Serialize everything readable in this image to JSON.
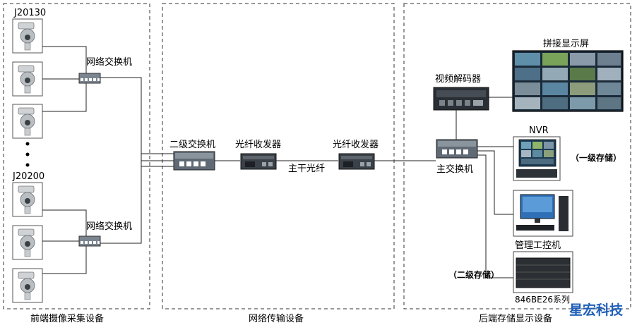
{
  "zones": {
    "front": "前端摄像采集设备",
    "transport": "网络传输设备",
    "back": "后端存储显示设备"
  },
  "front": {
    "group1_id": "J20130",
    "group2_id": "J20200",
    "switch1": "网络交换机",
    "switch2": "网络交换机"
  },
  "transport": {
    "second_switch": "二级交换机",
    "transceiver_left": "光纤收发器",
    "transceiver_right": "光纤收发器",
    "trunk": "主干光纤"
  },
  "back": {
    "video_wall": "拼接显示屏",
    "decoder": "视频解码器",
    "main_switch": "主交换机",
    "nvr": "NVR",
    "primary_storage": "（一级存储）",
    "workstation": "管理工控机",
    "secondary_storage": "（二级存储）",
    "storage_model": "846BE26系列"
  },
  "watermark": "星宏科技"
}
